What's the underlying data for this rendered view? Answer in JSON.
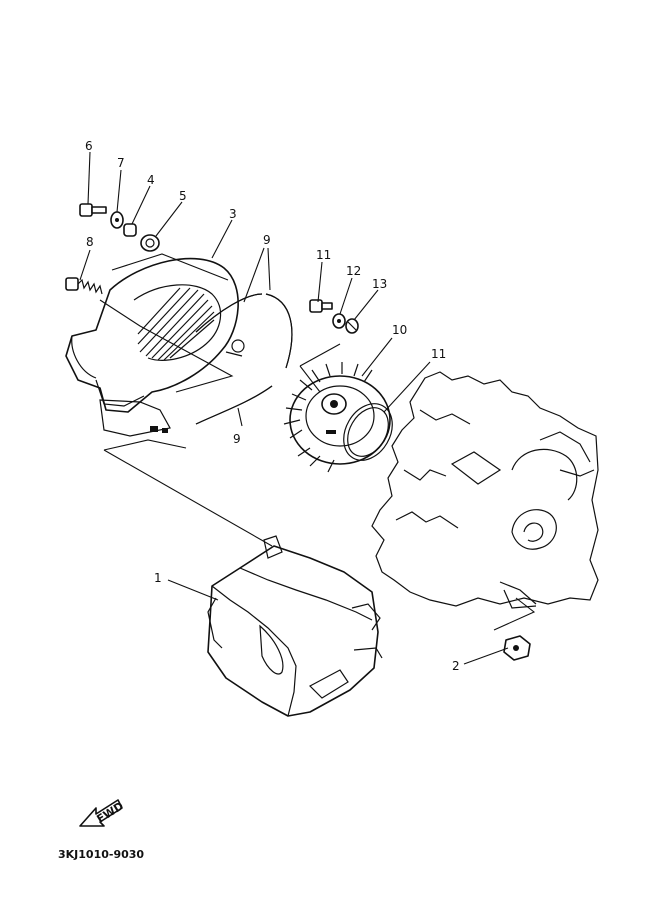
{
  "callouts": [
    {
      "id": "c1",
      "text": "1"
    },
    {
      "id": "c2",
      "text": "2"
    },
    {
      "id": "c3",
      "text": "3"
    },
    {
      "id": "c4",
      "text": "4"
    },
    {
      "id": "c5",
      "text": "5"
    },
    {
      "id": "c6",
      "text": "6"
    },
    {
      "id": "c7",
      "text": "7"
    },
    {
      "id": "c8",
      "text": "8"
    },
    {
      "id": "c9a",
      "text": "9"
    },
    {
      "id": "c9b",
      "text": "9"
    },
    {
      "id": "c10",
      "text": "10"
    },
    {
      "id": "c11",
      "text": "11"
    },
    {
      "id": "c12",
      "text": "12"
    },
    {
      "id": "c13",
      "text": "13"
    },
    {
      "id": "c14",
      "text": "14"
    }
  ],
  "fwd_label": "FWD",
  "diagram_code": "3KJ1010-9030"
}
